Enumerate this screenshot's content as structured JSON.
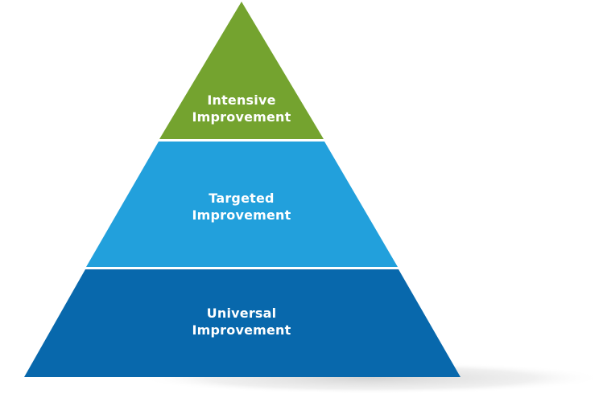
{
  "tiers": [
    {
      "name": "intensive",
      "line1": "Intensive",
      "line2": "Improvement",
      "color": "#74a32f"
    },
    {
      "name": "targeted",
      "line1": "Targeted",
      "line2": "Improvement",
      "color": "#22a0dc"
    },
    {
      "name": "universal",
      "line1": "Universal",
      "line2": "Improvement",
      "color": "#0868ac"
    }
  ],
  "colors": {
    "label_text": "#ffffff",
    "shadow": "#d9d9d9"
  }
}
